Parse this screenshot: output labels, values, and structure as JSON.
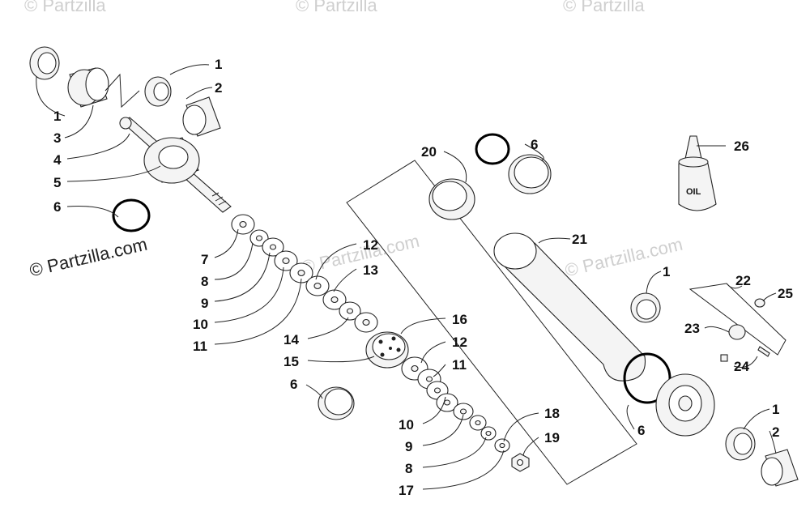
{
  "watermark": {
    "top_left": "© Partzilla",
    "top_middle": "© Partzilla",
    "top_right": "© Partzilla",
    "mid_left": "© Partzilla.com",
    "center": "© Partzilla.com",
    "right": "© Partzilla.com"
  },
  "oil_label": "OIL",
  "callouts": {
    "c1a": "1",
    "c2a": "2",
    "c1b": "1",
    "c3": "3",
    "c4": "4",
    "c5": "5",
    "c6a": "6",
    "c7": "7",
    "c8a": "8",
    "c9a": "9",
    "c10a": "10",
    "c11a": "11",
    "c12a": "12",
    "c13": "13",
    "c14": "14",
    "c15": "15",
    "c6b": "6",
    "c16": "16",
    "c12b": "12",
    "c11b": "11",
    "c10b": "10",
    "c9b": "9",
    "c8b": "8",
    "c17": "17",
    "c18": "18",
    "c19": "19",
    "c20": "20",
    "c6c": "6",
    "c21": "21",
    "c26": "26",
    "c1c": "1",
    "c22": "22",
    "c25": "25",
    "c23": "23",
    "c24": "24",
    "c6d": "6",
    "c1d": "1",
    "c2b": "2"
  }
}
